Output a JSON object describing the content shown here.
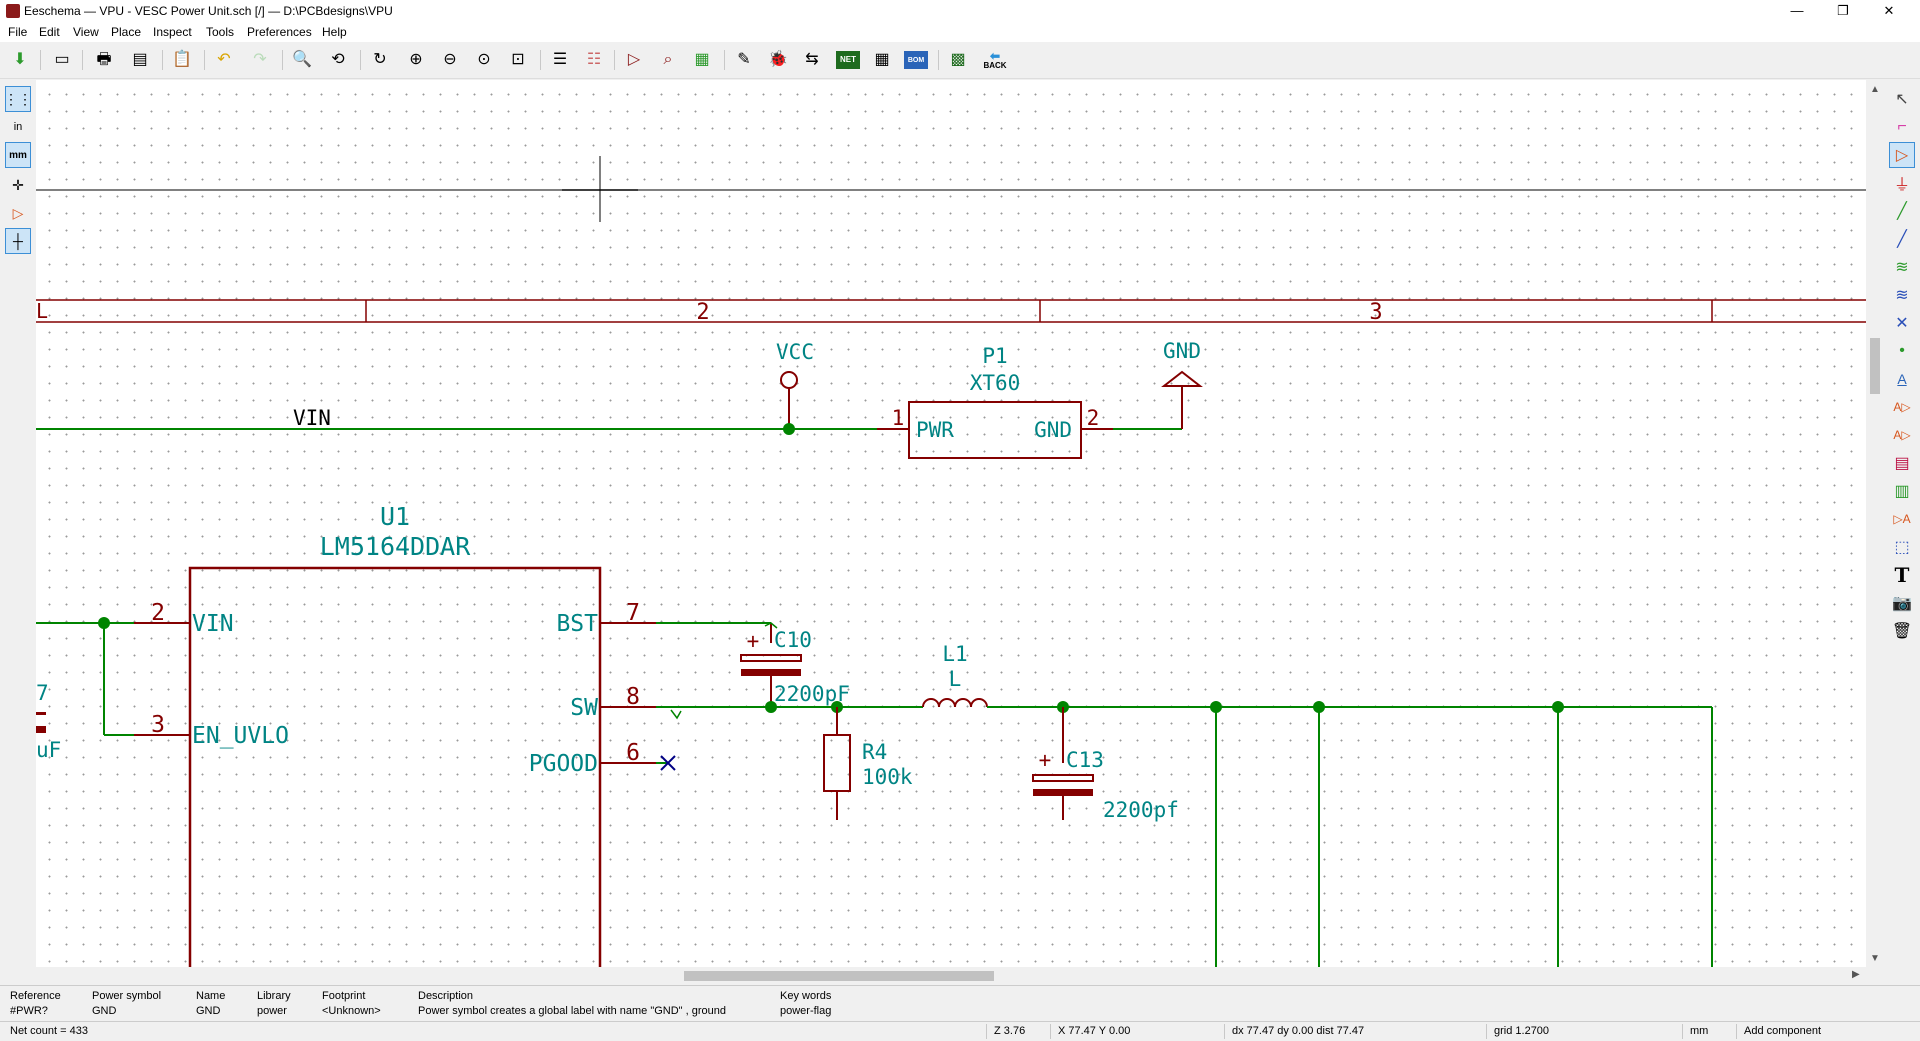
{
  "window": {
    "title": "Eeschema — VPU - VESC Power Unit.sch [/] — D:\\PCBdesigns\\VPU",
    "minimize": "—",
    "maximize": "❐",
    "close": "✕"
  },
  "menu": [
    "File",
    "Edit",
    "View",
    "Place",
    "Inspect",
    "Tools",
    "Preferences",
    "Help"
  ],
  "toolbar": {
    "back_label": "BACK",
    "net_label": "NET",
    "bom_label": "BOM"
  },
  "left_toolbar": {
    "inch_label": "in",
    "mm_label": "mm"
  },
  "right_toolbar": {
    "text_label": "T",
    "label_a": "A"
  },
  "schematic": {
    "border_zones": [
      "2",
      "3"
    ],
    "left_zone_partial": "L",
    "net_vin": "VIN",
    "p1": {
      "ref": "P1",
      "value": "XT60",
      "pin1_num": "1",
      "pin2_num": "2",
      "pin1_name": "PWR",
      "pin2_name": "GND"
    },
    "vcc": "VCC",
    "gnd": "GND",
    "u1": {
      "ref": "U1",
      "value": "LM5164DDAR",
      "pins": [
        {
          "num": "2",
          "name": "VIN"
        },
        {
          "num": "3",
          "name": "EN_UVLO"
        },
        {
          "num": "7",
          "name": "BST"
        },
        {
          "num": "8",
          "name": "SW"
        },
        {
          "num": "6",
          "name": "PGOOD"
        }
      ]
    },
    "c10": {
      "ref": "C10",
      "value": "2200pF",
      "plus": "+"
    },
    "l1": {
      "ref": "L1",
      "value": "L"
    },
    "r4": {
      "ref": "R4",
      "value": "100k"
    },
    "c13": {
      "ref": "C13",
      "value": "2200pf",
      "plus": "+"
    },
    "left_partial": {
      "top": "7",
      "bottom": "uF"
    }
  },
  "message_panel": [
    {
      "label": "Reference",
      "value": "#PWR?"
    },
    {
      "label": "Power symbol",
      "value": "GND"
    },
    {
      "label": "Name",
      "value": "GND"
    },
    {
      "label": "Library",
      "value": "power"
    },
    {
      "label": "Footprint",
      "value": "<Unknown>"
    },
    {
      "label": "Description",
      "value": "Power symbol creates a global label with name \"GND\" , ground"
    },
    {
      "label": "Key words",
      "value": "power-flag"
    }
  ],
  "status": {
    "net_count": "Net count = 433",
    "zoom": "Z 3.76",
    "xy": "X 77.47  Y 0.00",
    "delta": "dx 77.47  dy 0.00  dist 77.47",
    "grid": "grid 1.2700",
    "units": "mm",
    "mode": "Add component"
  },
  "colors": {
    "component": "#840000",
    "text": "#008484",
    "wire": "#008400",
    "cursor": "#000000",
    "noconnect": "#000084"
  }
}
